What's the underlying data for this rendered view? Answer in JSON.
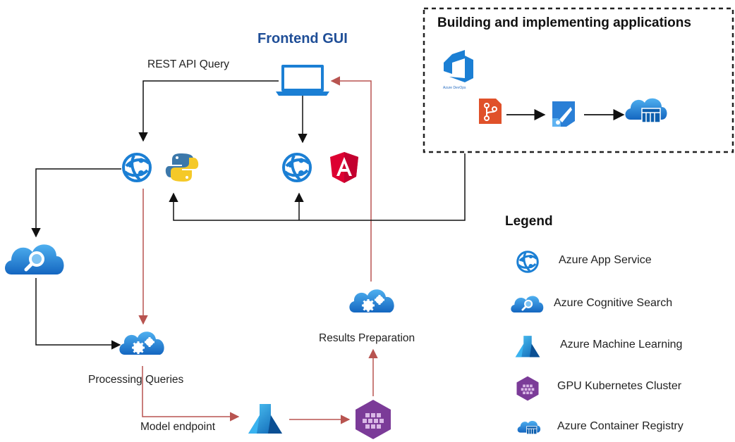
{
  "frontend": {
    "title": "Frontend GUI"
  },
  "devops_box": {
    "title": "Building and implementing applications",
    "caption": "Azure DevOps"
  },
  "labels": {
    "rest_api": "REST API Query",
    "processing": "Processing Queries",
    "model_endpoint": "Model endpoint",
    "results": "Results Preparation"
  },
  "legend": {
    "title": "Legend",
    "items": [
      {
        "label": "Azure App Service",
        "icon": "app-service-icon"
      },
      {
        "label": "Azure Cognitive Search",
        "icon": "cognitive-search-icon"
      },
      {
        "label": "Azure Machine Learning",
        "icon": "machine-learning-icon"
      },
      {
        "label": "GPU Kubernetes Cluster",
        "icon": "kubernetes-cluster-icon"
      },
      {
        "label": "Azure Container Registry",
        "icon": "container-registry-icon"
      }
    ]
  },
  "colors": {
    "black_arrow": "#111111",
    "red_arrow": "#b85450",
    "azure_blue": "#1b7fd4",
    "title_blue": "#1f4e97",
    "kubernetes_purple": "#7b3b98",
    "angular_red": "#dd0031",
    "git_orange": "#e0512a"
  }
}
